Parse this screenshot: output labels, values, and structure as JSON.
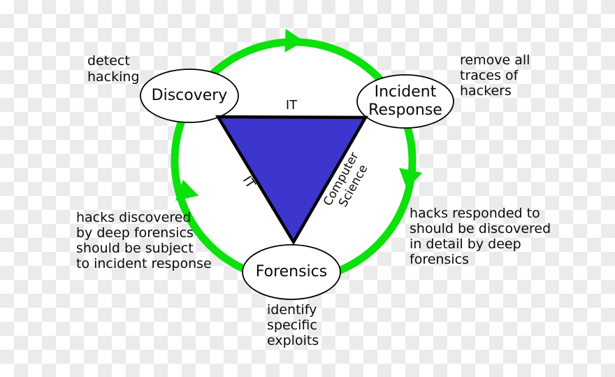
{
  "title": "incident response cycle diagram",
  "colors": {
    "circle_green": "#0be10b",
    "triangle_blue": "#3c35ce",
    "node_fill": "#ffffff",
    "outline": "#000000",
    "checker_gray": "#ebebeb",
    "text": "#0a0a0a"
  },
  "nodes": {
    "discovery": {
      "label": "Discovery"
    },
    "incident_response": {
      "label": "Incident\nResponse"
    },
    "forensics": {
      "label": "Forensics"
    }
  },
  "triangle": {
    "top_edge_label": "IT",
    "left_edge_label": "IT",
    "right_edge_label": "Computer\nScience"
  },
  "annotations": {
    "top_left": "detect\nhacking",
    "top_right": "remove all\ntraces of\nhackers",
    "left": "hacks discovered\nby deep forensics\nshould be subject\nto incident response",
    "right": "hacks responded to\nshould be discovered\nin detail by deep\nforensics",
    "bottom": "identify\nspecific\nexploits"
  }
}
